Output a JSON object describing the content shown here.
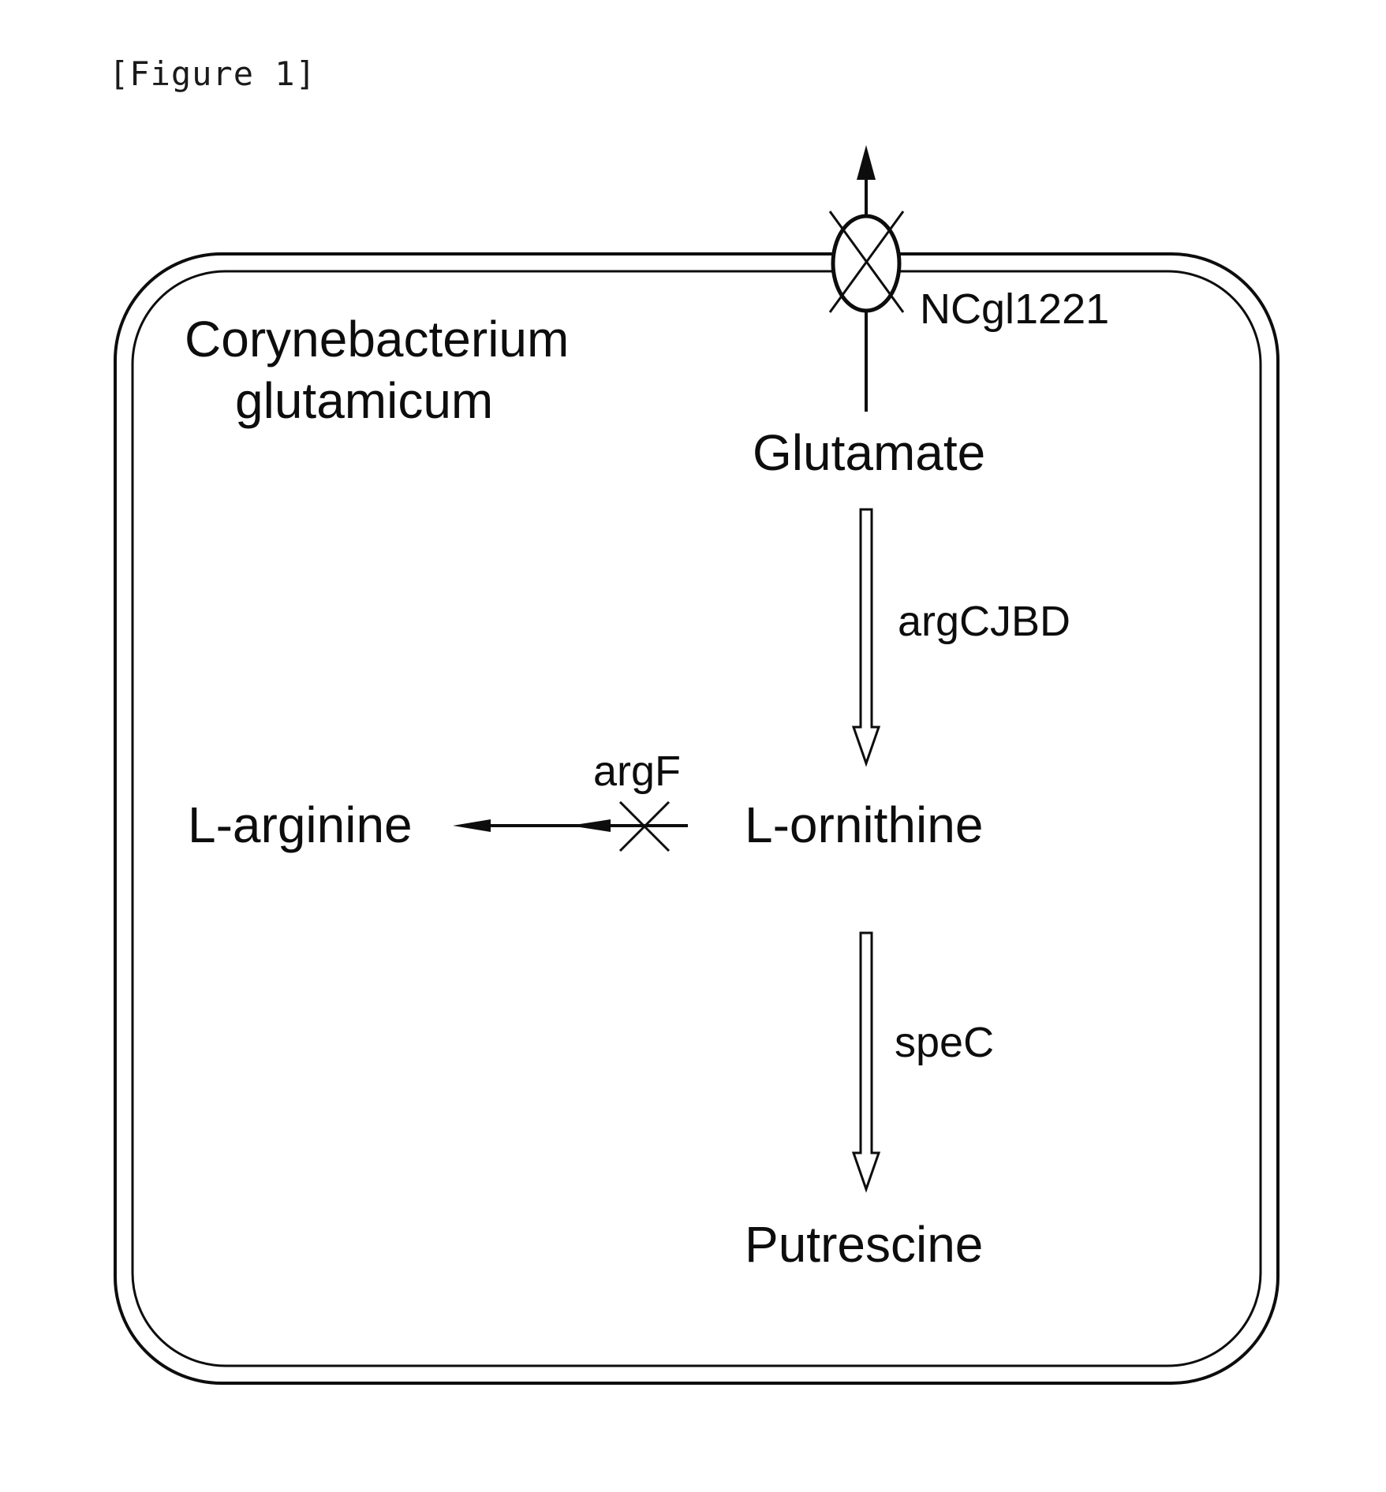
{
  "figure_caption": "[Figure 1]",
  "organism": {
    "line1": "Corynebacterium",
    "line2": "glutamicum"
  },
  "metabolites": {
    "glutamate": "Glutamate",
    "ornithine": "L-ornithine",
    "arginine": "L-arginine",
    "putrescine": "Putrescine"
  },
  "genes": {
    "transporter": "NCgl1221",
    "glutamate_to_ornithine": "argCJBD",
    "ornithine_to_arginine": "argF",
    "ornithine_to_putrescine": "speC"
  },
  "deleted_steps": [
    "NCgl1221",
    "argF"
  ]
}
